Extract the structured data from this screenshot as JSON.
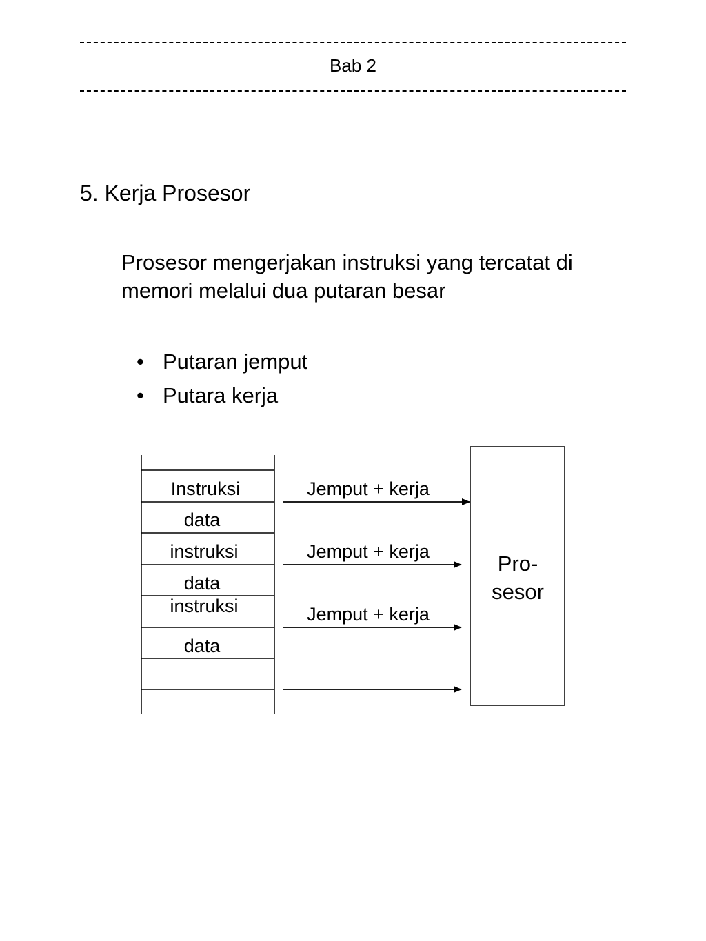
{
  "header": {
    "chapter": "Bab 2"
  },
  "section": {
    "title": "5. Kerja Prosesor",
    "paragraph_line1": "Prosesor mengerjakan instruksi yang tercatat di",
    "paragraph_line2": "memori melalui dua putaran besar",
    "bullets": [
      "Putaran jemput",
      "Putara kerja"
    ],
    "bullet_glyph": "•"
  },
  "diagram": {
    "memory_cells": [
      "Instruksi",
      "data",
      "instruksi",
      "data",
      "instruksi",
      "data"
    ],
    "arrow_labels": [
      "Jemput + kerja",
      "Jemput + kerja",
      "Jemput + kerja"
    ],
    "processor_line1": "Pro-",
    "processor_line2": "sesor"
  }
}
